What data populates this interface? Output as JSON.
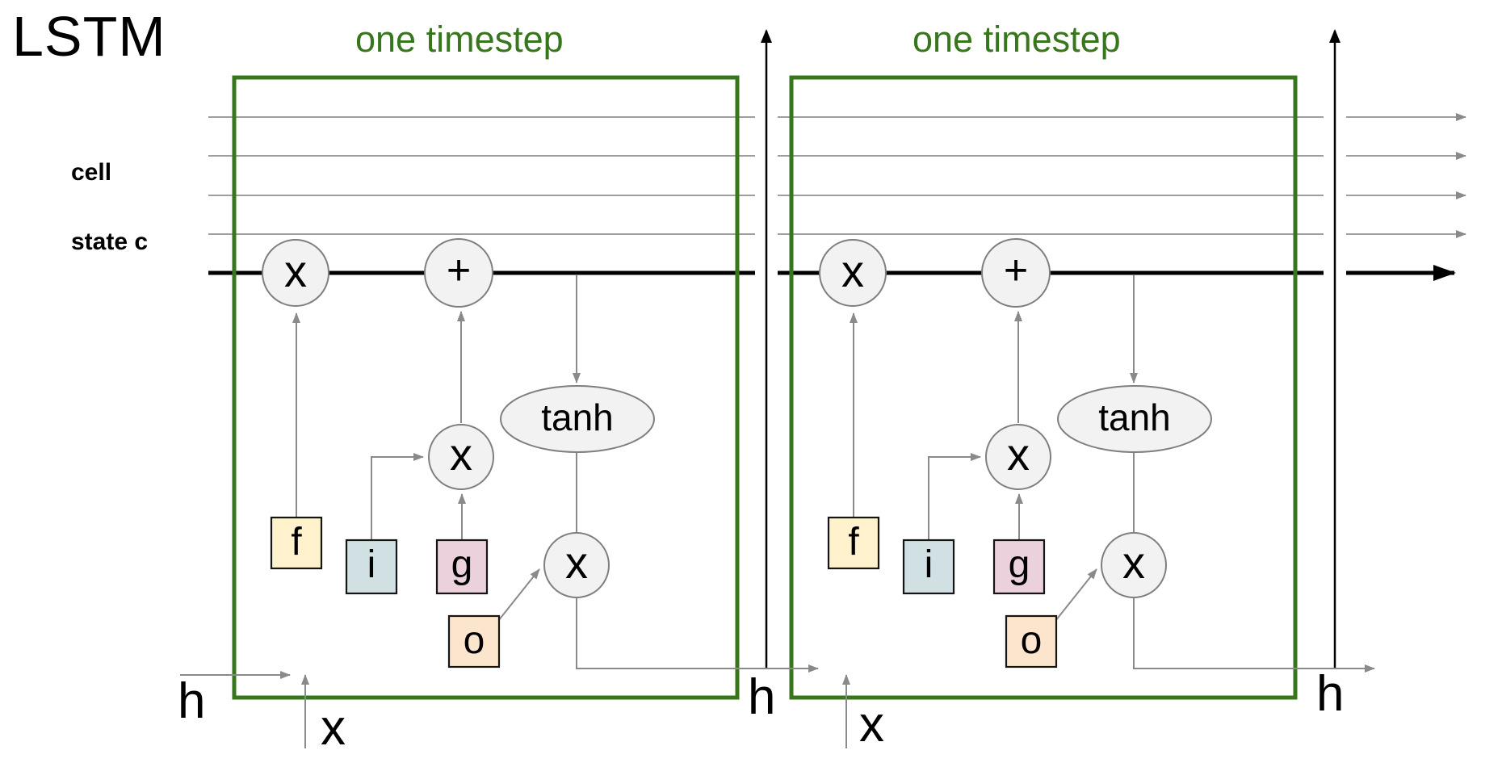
{
  "title": "LSTM",
  "cell_state": {
    "line1": "cell",
    "line2": "state c"
  },
  "final_h_label": "h",
  "colors": {
    "box_green": "#38761d",
    "cell_line": "#000000",
    "flow_line": "#9e9e9e",
    "arrow": "#8a8a8a",
    "node_fill": "#f2f2f2",
    "node_border": "#7f7f7f",
    "gate_f": "#fff2cc",
    "gate_i": "#d0e0e3",
    "gate_g": "#ead1dc",
    "gate_o": "#fce5cd",
    "text": "#000000"
  },
  "timesteps": [
    {
      "header": "one timestep",
      "gates": {
        "f": "f",
        "i": "i",
        "g": "g",
        "o": "o"
      },
      "ops": {
        "forget_mul": "x",
        "add": "+",
        "cand_mul": "x",
        "out_mul": "x",
        "tanh": "tanh"
      },
      "h_label": "h",
      "x_label": "x"
    },
    {
      "header": "one timestep",
      "gates": {
        "f": "f",
        "i": "i",
        "g": "g",
        "o": "o"
      },
      "ops": {
        "forget_mul": "x",
        "add": "+",
        "cand_mul": "x",
        "out_mul": "x",
        "tanh": "tanh"
      },
      "h_label": "h",
      "x_label": "x"
    }
  ]
}
